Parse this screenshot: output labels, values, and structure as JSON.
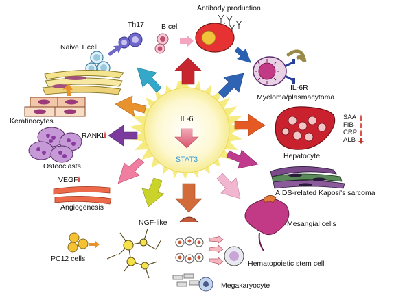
{
  "center": {
    "title": "IL-6",
    "subtitle": "STAT3"
  },
  "labels": {
    "antibody": "Antibody production",
    "th17": "Th17",
    "bcell": "B cell",
    "naive": "Naive T cell",
    "il6r": "IL-6R",
    "myeloma": "Myeloma/plasmacytoma",
    "keratinocytes": "Keratinocytes",
    "hepatocyte": "Hepatocyte",
    "saa": "SAA",
    "fib": "FIB",
    "crp": "CRP",
    "alb": "ALB",
    "rankl": "RANKL",
    "osteoclasts": "Osteoclasts",
    "aids": "AIDS-related Kaposi's sarcoma",
    "vegf": "VEGF",
    "angiogenesis": "Angiogenesis",
    "mesangial": "Mesangial cells",
    "ngf": "NGF-like",
    "pc12": "PC12 cells",
    "hsc": "Hematopoietic stem cell",
    "megakaryocyte": "Megakaryocyte",
    "antibody_y": "Y"
  },
  "colors": {
    "up_arrow": "#d9534f",
    "down_arrow": "#c0392b",
    "stat3_text": "#3a9bd6",
    "sun_fill": "#fdf8c8",
    "sun_spikes": "#f3e35a"
  }
}
